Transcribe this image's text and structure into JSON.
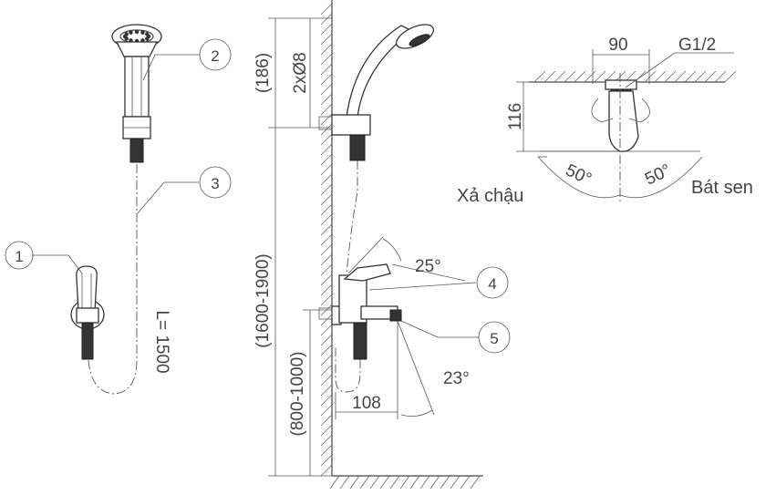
{
  "callouts": [
    "1",
    "2",
    "3",
    "4",
    "5"
  ],
  "dimensions": {
    "d186": "(186)",
    "hole": "2xØ8",
    "range1600": "(1600-1900)",
    "range800": "(800-1000)",
    "hose": "L= 1500",
    "a25": "25°",
    "a23": "23°",
    "w108": "108",
    "w90": "90",
    "thread": "G1/2",
    "h116": "116",
    "a50l": "50°",
    "a50r": "50°"
  },
  "labels": {
    "basin": "Xả chậu",
    "shower": "Bát sen"
  }
}
